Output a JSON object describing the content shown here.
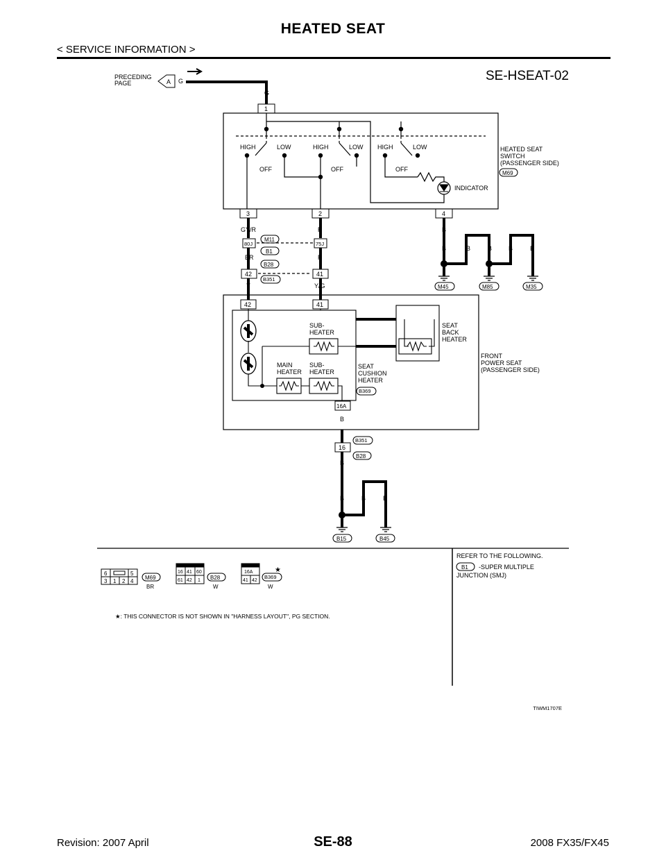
{
  "header": {
    "title": "HEATED SEAT",
    "section": "< SERVICE INFORMATION >"
  },
  "diagram": {
    "code": "SE-HSEAT-02",
    "preceding_page": [
      "PRECEDING",
      "PAGE"
    ],
    "page_link_letters": [
      "A",
      "G"
    ],
    "top_wire_color": "G",
    "top_terminal": "1",
    "switch_labels": {
      "high": "HIGH",
      "low": "LOW",
      "off": "OFF",
      "indicator": "INDICATOR"
    },
    "switch_name": [
      "HEATED SEAT",
      "SWITCH",
      "(PASSENGER SIDE)"
    ],
    "switch_connector": "M69",
    "switch_terminals": [
      "3",
      "2",
      "4"
    ],
    "wire_colors": {
      "gyr": "GY/R",
      "r": "R",
      "b": "B",
      "br": "BR",
      "y": "Y",
      "yg": "Y/G"
    },
    "junction_terminals": [
      "80J",
      "75J"
    ],
    "connectors": {
      "m11": "M11",
      "b1": "B1",
      "b28": "B28",
      "b351": "B351",
      "b369": "B369"
    },
    "inline_terminals": [
      "42",
      "41"
    ],
    "seat_terminals": [
      "42",
      "41"
    ],
    "grounds_top": [
      "M45",
      "M85",
      "M35"
    ],
    "heater_labels": {
      "sub_heater": [
        "SUB-",
        "HEATER"
      ],
      "main_heater": [
        "MAIN",
        "HEATER"
      ],
      "seat_back": [
        "SEAT",
        "BACK",
        "HEATER"
      ],
      "seat_cushion": [
        "SEAT",
        "CUSHION",
        "HEATER"
      ]
    },
    "seat_name": [
      "FRONT",
      "POWER SEAT",
      "(PASSENGER SIDE)"
    ],
    "seat_terminal_bottom": "16A",
    "bottom_terminal": "16",
    "grounds_bottom": [
      "B15",
      "B45"
    ]
  },
  "legend": {
    "m69_pins": [
      "6",
      "5",
      "3",
      "1",
      "2",
      "4"
    ],
    "m69_color": "BR",
    "b28_pins": [
      "16",
      "41",
      "60",
      "61",
      "42",
      "1"
    ],
    "b28_color": "W",
    "b369_pins": [
      "16A",
      "41",
      "42"
    ],
    "b369_color": "W",
    "star": "★",
    "footnote": "★: THIS CONNECTOR IS NOT SHOWN IN \"HARNESS LAYOUT\", PG SECTION.",
    "refer": "REFER TO THE FOLLOWING.",
    "refer_item": "-SUPER MULTIPLE",
    "refer_item2": "JUNCTION (SMJ)",
    "figure_id": "TIWM1707E"
  },
  "footer": {
    "revision": "Revision: 2007 April",
    "page": "SE-88",
    "model": "2008 FX35/FX45"
  }
}
